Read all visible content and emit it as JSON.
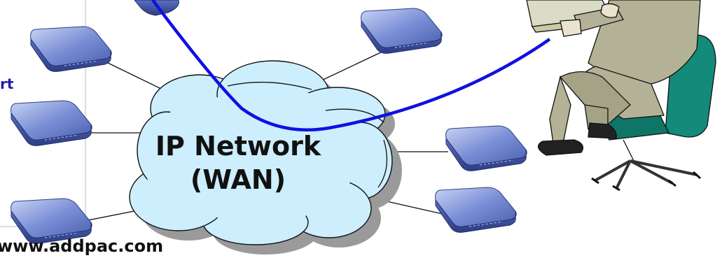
{
  "diagram": {
    "cloud_title_line1": "IP Network",
    "cloud_title_line2": "(WAN)",
    "left_label": "rt",
    "footer_url": "www.addpac.com"
  },
  "colors": {
    "cloud_fill": "#cdeefc",
    "cloud_shadow": "#9a9a9a",
    "blue_link": "#1010e0",
    "device_body": "#5b74c7",
    "person_suit": "#b4b296",
    "chair": "#138a7a"
  },
  "icons": {
    "device": "voip-gateway-icon",
    "person": "operator-at-terminal-icon",
    "cloud": "network-cloud-icon"
  }
}
